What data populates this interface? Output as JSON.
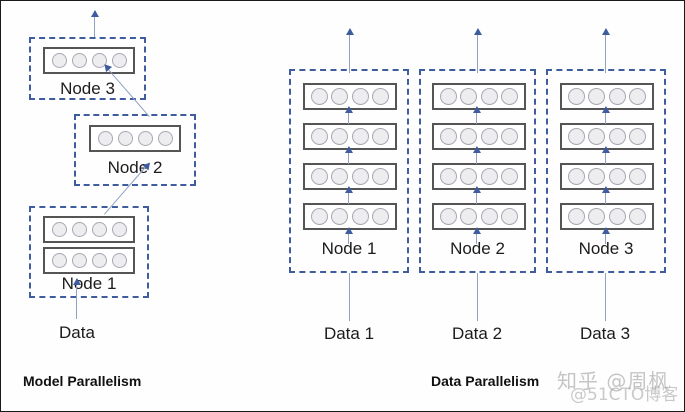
{
  "diagram": {
    "title_left": "Model Parallelism",
    "title_right": "Data Parallelism",
    "accent_dashed": "#3f5d9e",
    "accent_arrow": "#8fa2c4",
    "layer_border": "#555555",
    "neuron_fill": "#ededef"
  },
  "model_parallelism": {
    "caption": "Model Parallelism",
    "nodes": [
      {
        "label": "Node 3",
        "layers": 1,
        "neurons_per_layer": 4
      },
      {
        "label": "Node 2",
        "layers": 1,
        "neurons_per_layer": 4
      },
      {
        "label": "Node 1",
        "layers": 2,
        "neurons_per_layer": 4
      }
    ],
    "input_label": "Data"
  },
  "data_parallelism": {
    "caption": "Data Parallelism",
    "nodes": [
      {
        "label": "Node 1",
        "layers": 4,
        "neurons_per_layer": 4,
        "input_label": "Data 1"
      },
      {
        "label": "Node 2",
        "layers": 4,
        "neurons_per_layer": 4,
        "input_label": "Data 2"
      },
      {
        "label": "Node 3",
        "layers": 4,
        "neurons_per_layer": 4,
        "input_label": "Data 3"
      }
    ]
  },
  "watermarks": {
    "primary": "知乎 @周枫",
    "secondary": "@51CTO博客"
  }
}
